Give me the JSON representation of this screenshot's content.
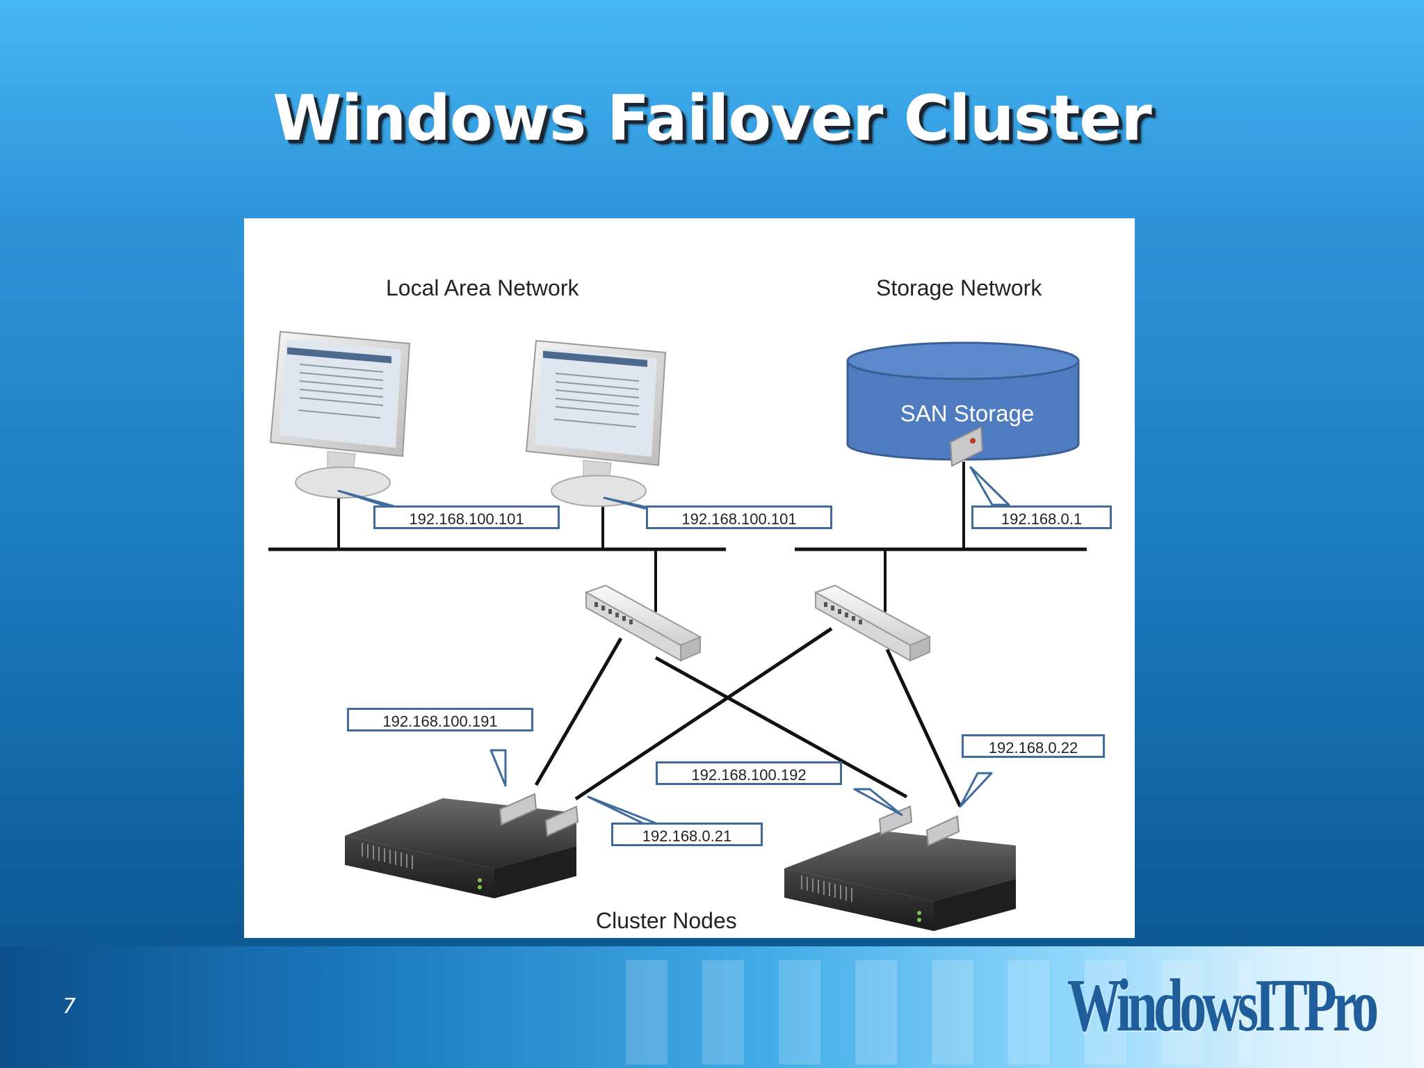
{
  "slide": {
    "title": "Windows Failover Cluster",
    "page_number": "7",
    "logo_text": "WindowsITPro"
  },
  "diagram": {
    "lan_label": "Local Area Network",
    "storage_label": "Storage Network",
    "san_label": "SAN Storage",
    "cluster_label": "Cluster Nodes",
    "ips": {
      "client1": "192.168.100.101",
      "client2": "192.168.100.101",
      "san": "192.168.0.1",
      "node1_lan": "192.168.100.191",
      "node1_san": "192.168.0.21",
      "node2_lan": "192.168.100.192",
      "node2_san": "192.168.0.22"
    }
  },
  "colors": {
    "accent": "#3f6a9e",
    "san_fill": "#4f7cc0",
    "background_top": "#46b6f5",
    "background_bottom": "#0b4f86"
  }
}
